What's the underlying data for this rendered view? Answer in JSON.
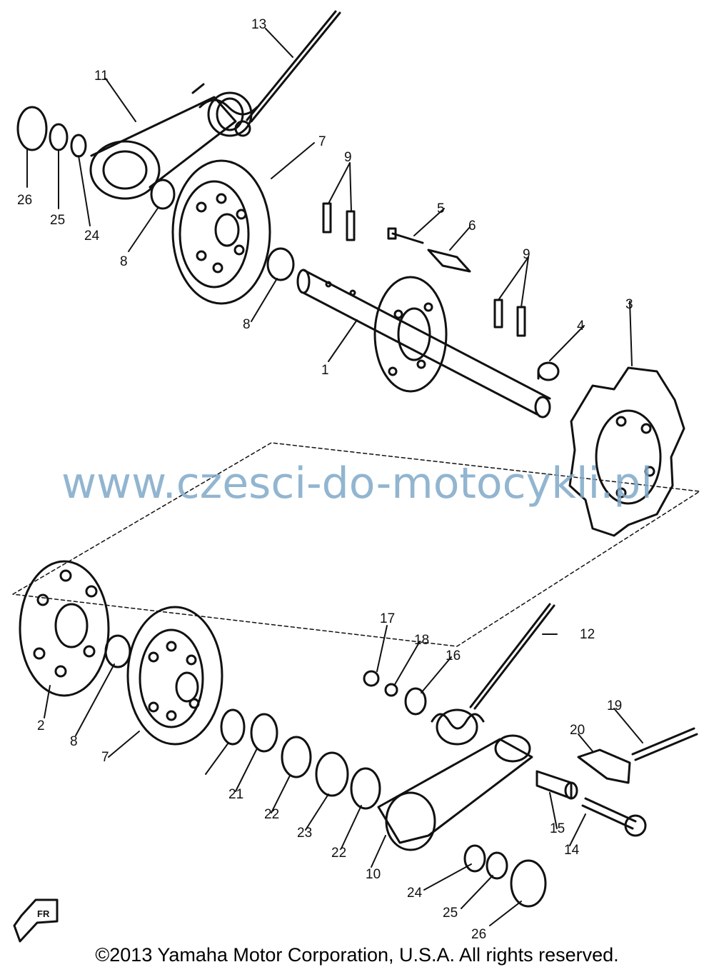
{
  "diagram": {
    "callouts": [
      "1",
      "2",
      "3",
      "4",
      "5",
      "6",
      "7",
      "7",
      "8",
      "8",
      "8",
      "9",
      "9",
      "10",
      "11",
      "12",
      "13",
      "14",
      "15",
      "16",
      "17",
      "18",
      "19",
      "20",
      "21",
      "22",
      "22",
      "23",
      "24",
      "24",
      "25",
      "25",
      "26",
      "26"
    ],
    "front_arrow_label": "FR"
  },
  "watermark": "www.czesci-do-motocykli.pl",
  "copyright": "©2013 Yamaha Motor Corporation, U.S.A. All rights reserved.",
  "colors": {
    "line": "#111111",
    "watermark": "#7fa9c8"
  }
}
